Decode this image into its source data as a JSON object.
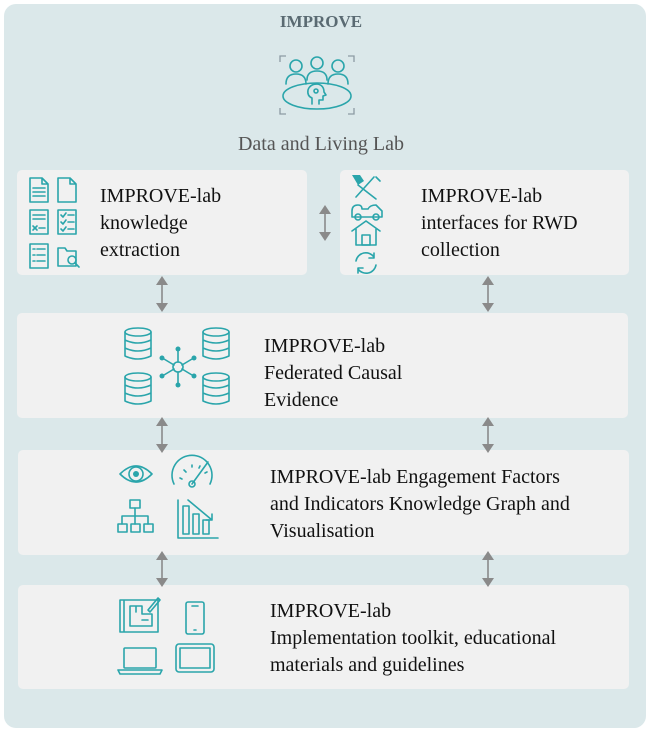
{
  "header": {
    "title": "IMPROVE"
  },
  "living_lab": {
    "label": "Data and Living Lab"
  },
  "boxes": {
    "knowledge": {
      "lines": [
        "IMPROVE-lab",
        "knowledge",
        "extraction"
      ]
    },
    "interfaces": {
      "lines": [
        "IMPROVE-lab",
        "interfaces for RWD",
        "collection"
      ]
    },
    "federated": {
      "lines": [
        "IMPROVE-lab",
        "Federated Causal",
        "Evidence"
      ]
    },
    "engagement": {
      "lines": [
        "IMPROVE-lab Engagement Factors",
        "and Indicators Knowledge Graph and",
        "Visualisation"
      ]
    },
    "implementation": {
      "lines": [
        "IMPROVE-lab",
        "Implementation toolkit, educational",
        "materials and guidelines"
      ]
    }
  },
  "colors": {
    "accent": "#2aa5ab",
    "panel": "#dbe8ea",
    "box": "#f1f1f1",
    "arrow": "#8a8a8a"
  }
}
